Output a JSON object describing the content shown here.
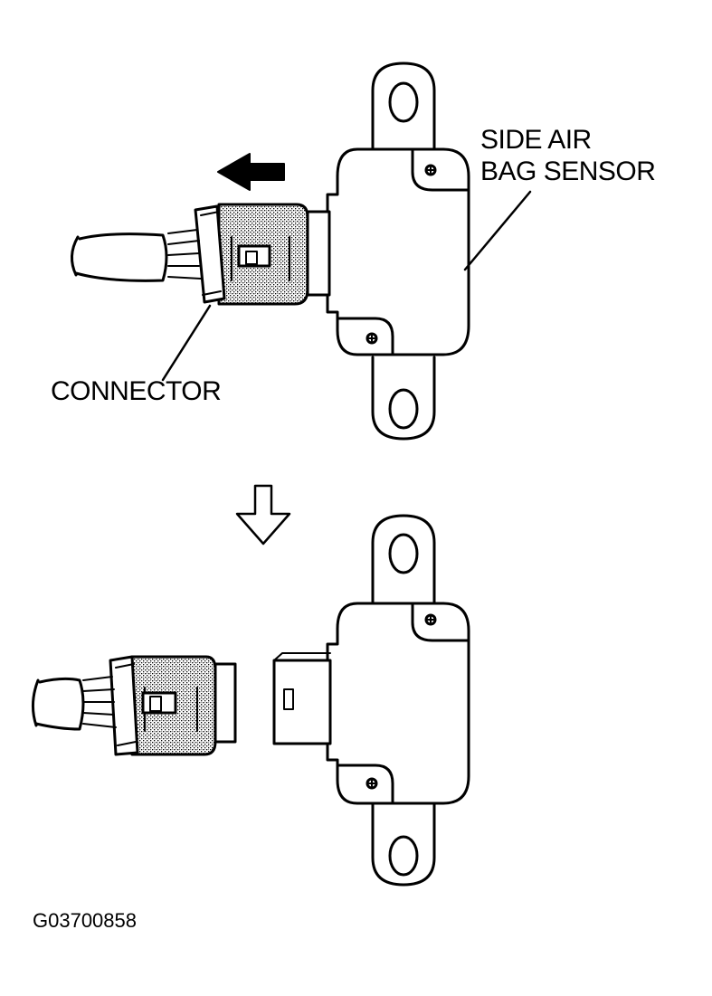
{
  "labels": {
    "sensor_line1": "SIDE AIR",
    "sensor_line2": "BAG SENSOR",
    "connector": "CONNECTOR",
    "figure_code": "G03700858"
  },
  "colors": {
    "ink": "#000000",
    "paper": "#ffffff",
    "connector_shade": "#b8b8b8"
  },
  "icons": {
    "pull_direction": "arrow-left-filled-icon",
    "step_indicator": "arrow-down-outline-icon",
    "mounting_screw": "screw-head-icon"
  }
}
